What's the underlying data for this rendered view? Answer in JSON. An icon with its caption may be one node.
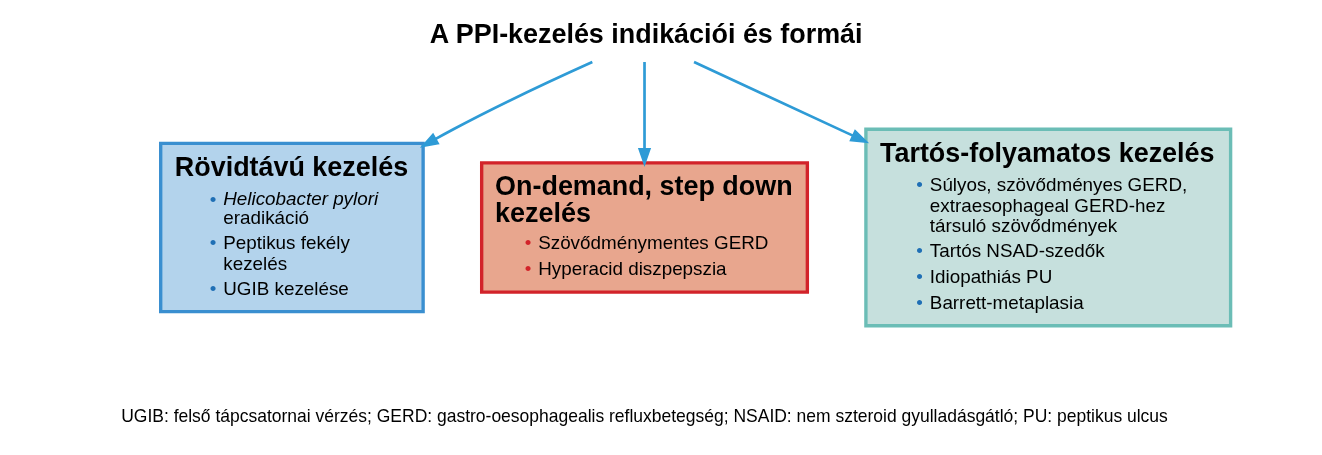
{
  "diagram": {
    "nodes": [
      {
        "text": [
          "A PPI-kezelés indikációi és formái"
        ]
      },
      {
        "text": [
          "Rövidtávú kezelés",
          "• *Helicobacter pylori* eradikáció",
          "• Peptikus fekély kezelés",
          "• UGIB kezelése"
        ]
      },
      {
        "text": [
          "On-demand, step down kezelés",
          "• Szövődménymentes GERD",
          "• Hyperacid diszpepszia"
        ]
      },
      {
        "text": [
          "Tartós-folyamatos kezelés",
          "• Súlyos, szövődményes GERD, extraesophageal GERD-hez társuló szövődmények",
          "• Tartós NSAD-szedők",
          "• Idiopathiás PU",
          "• Barrett-metaplasia"
        ]
      }
    ],
    "edges": [
      {
        "from": 0,
        "to": 1,
        "arrow": "to"
      },
      {
        "from": 0,
        "to": 2,
        "arrow": "to"
      },
      {
        "from": 0,
        "to": 3,
        "arrow": "to"
      }
    ],
    "labels": [
      "UGIB: felső tápcsatornai vérzés; GERD: gastro-oesophagealis refluxbetegség; NSAID: nem szteroid gyulladásgátló; PU: peptikus ulcus"
    ]
  }
}
